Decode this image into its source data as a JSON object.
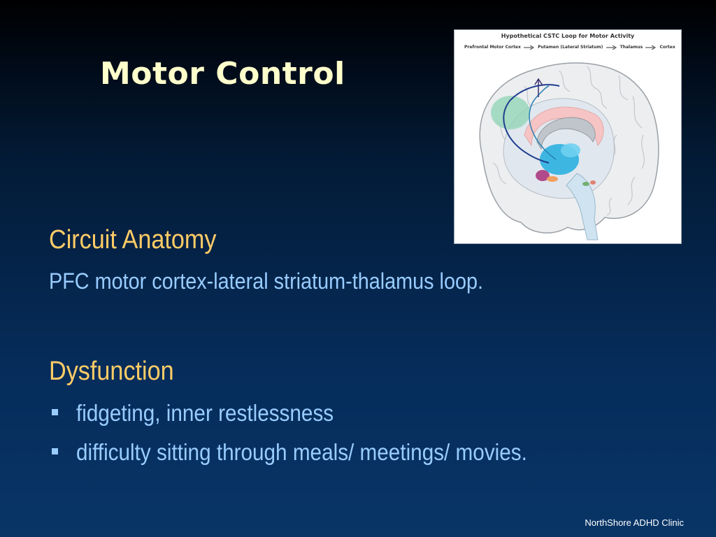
{
  "slide": {
    "title": "Motor Control",
    "footer": "NorthShore ADHD Clinic"
  },
  "sections": [
    {
      "heading": "Circuit Anatomy",
      "text": "PFC motor cortex-lateral striatum-thalamus loop."
    },
    {
      "heading": "Dysfunction",
      "bullets": [
        "fidgeting, inner restlessness",
        "difficulty sitting through meals/ meetings/ movies."
      ]
    }
  ],
  "figure": {
    "title": "Hypothetical CSTC Loop for Motor Activity",
    "path": [
      "Prefrontal Motor Cortex",
      "Putamen (Lateral Striatum)",
      "Thalamus",
      "Cortex"
    ]
  },
  "colors": {
    "title": "#ffffcc",
    "heading": "#ffcc66",
    "body": "#99ccff"
  }
}
